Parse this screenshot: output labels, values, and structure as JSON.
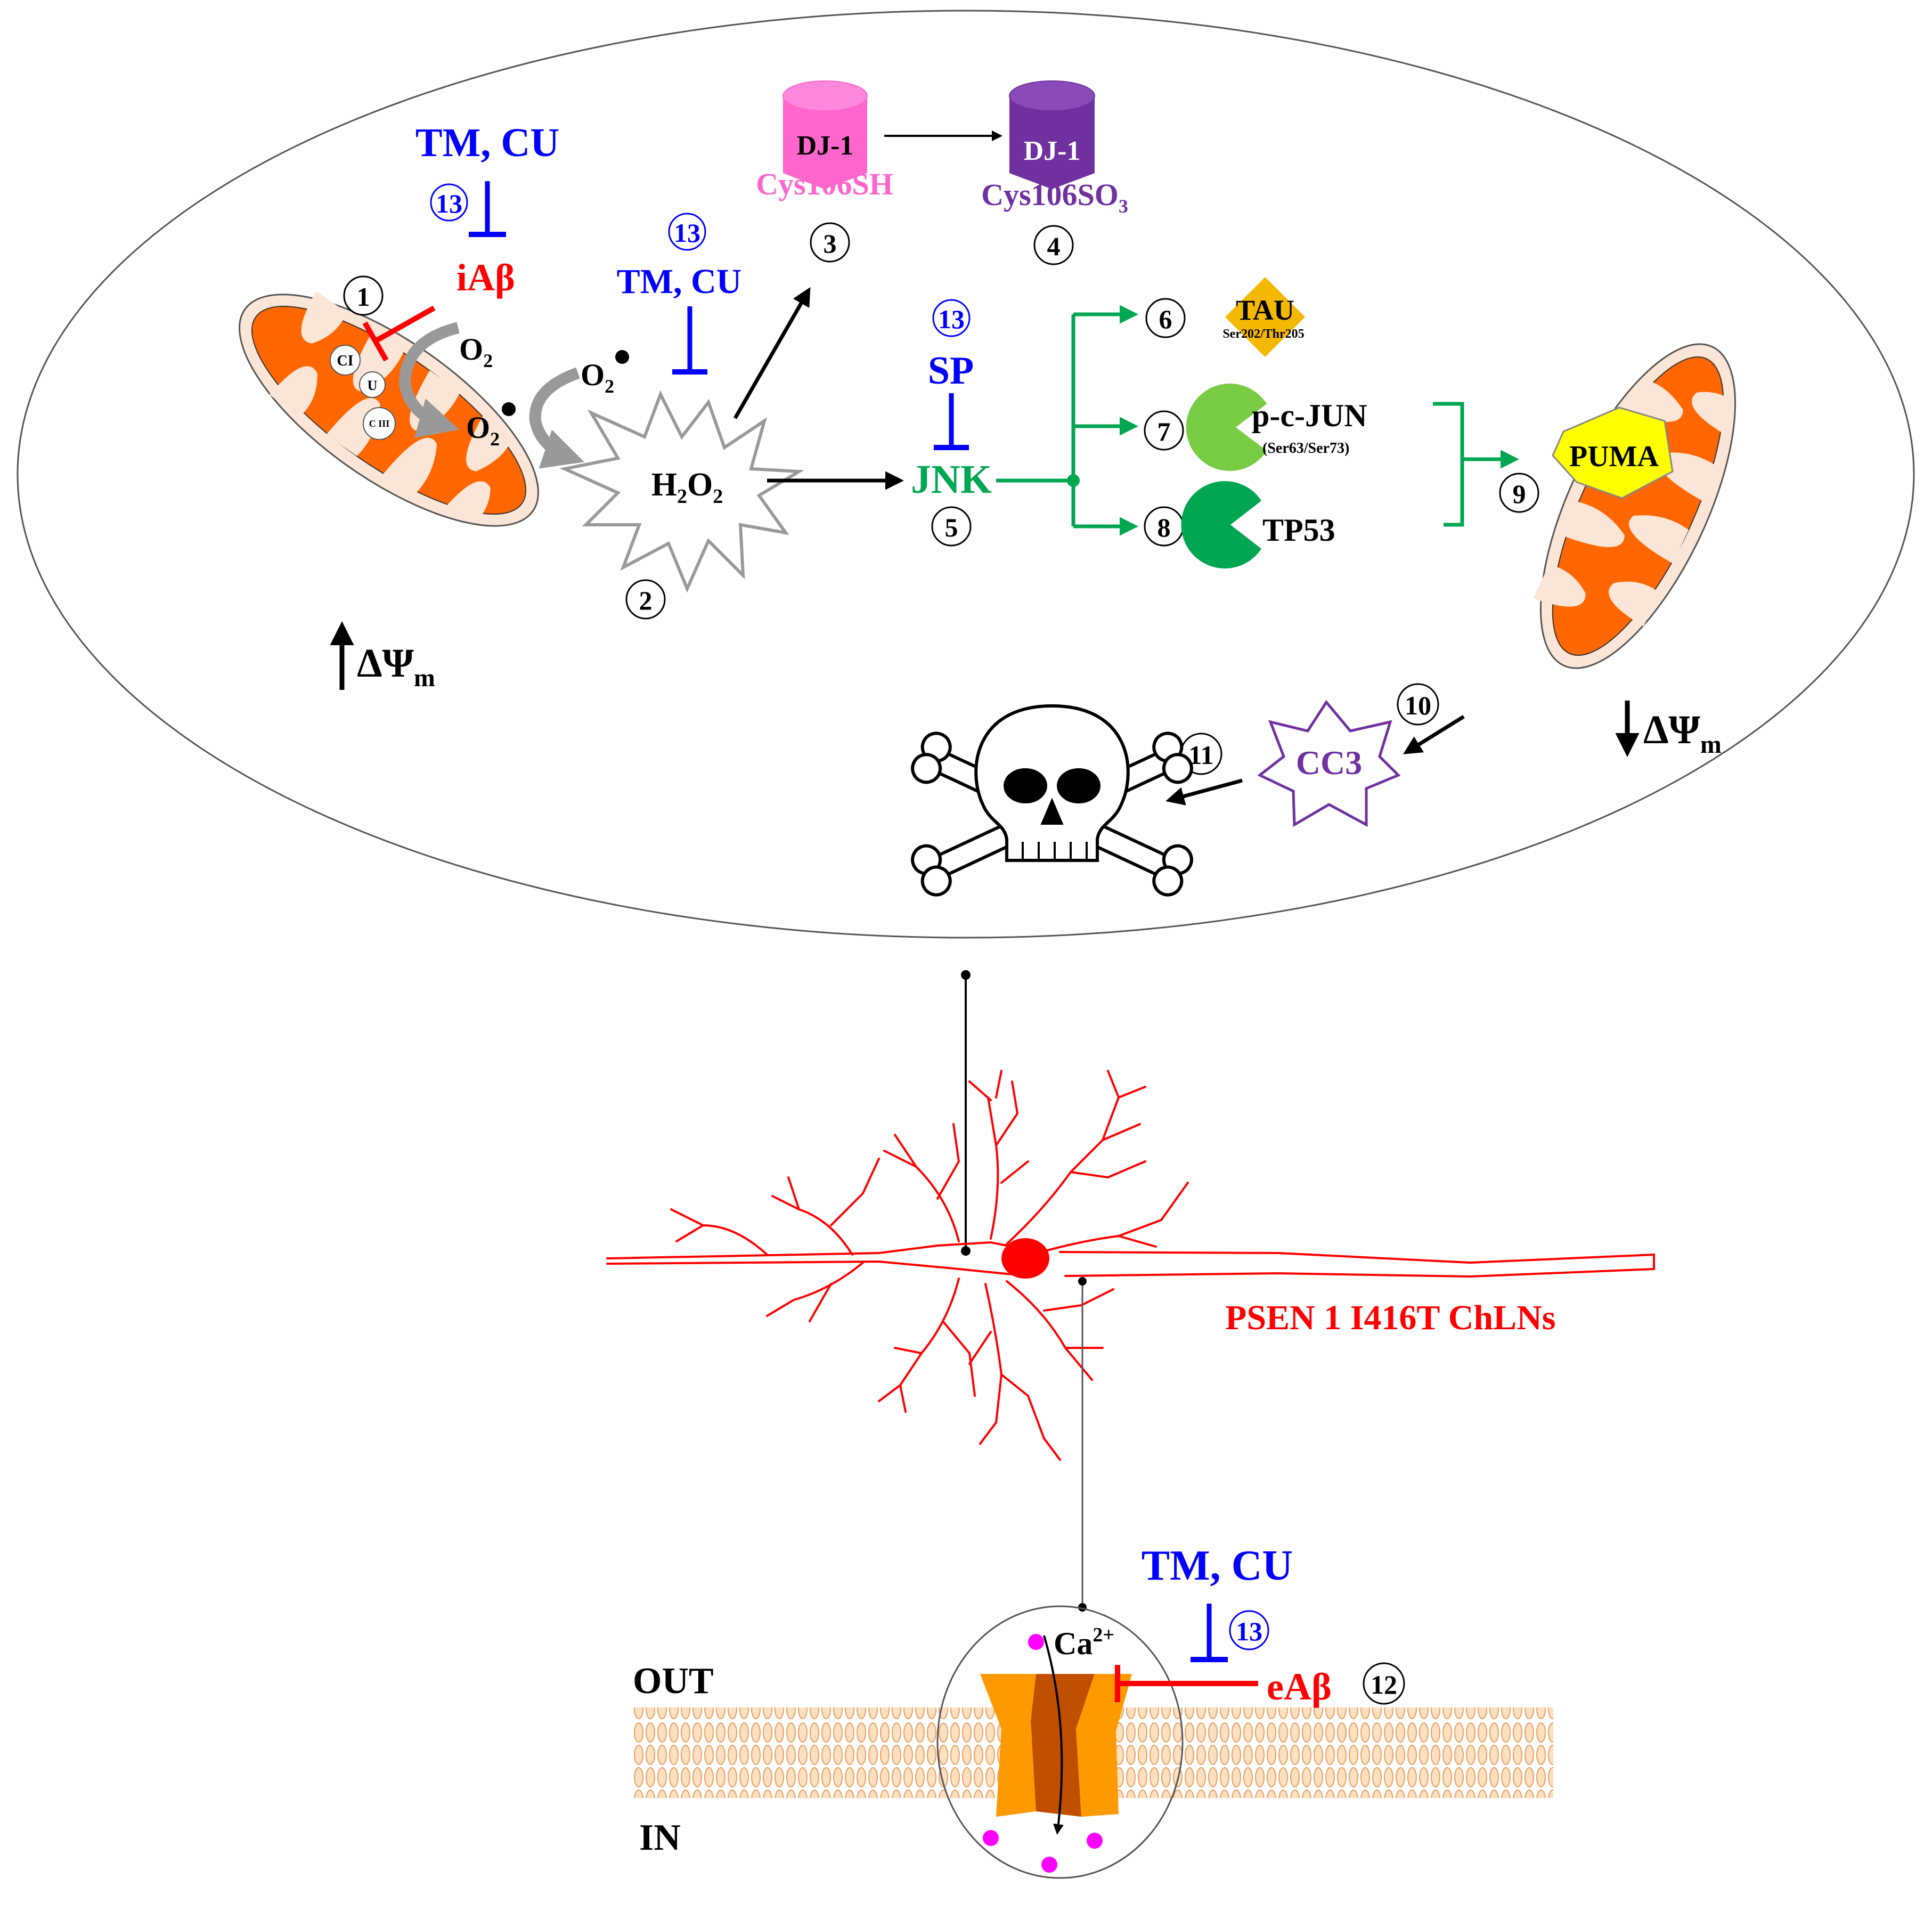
{
  "colors": {
    "inhibitor_blue": "#0000ff",
    "abeta_red": "#ff0000",
    "pathway_green": "#00a651",
    "dj1_reduced": "#ff66cc",
    "dj1_oxidized": "#7030a0",
    "mito_orange": "#ff6600",
    "mito_membrane": "#fbe5d6",
    "tau_gold": "#f5b800",
    "puma_yellow": "#ffff00",
    "calcium_magenta": "#ff00ff"
  },
  "labels": {
    "tm_cu": "TM, CU",
    "sp": "SP",
    "iabeta": "iAβ",
    "eabeta": "eAβ",
    "o2": "O",
    "h2o2_h": "H",
    "h2o2_o": "O",
    "sub2": "2",
    "dj1": "DJ-1",
    "cys_sh": "Cys106SH",
    "cys_so": "Cys106SO",
    "sub3": "3",
    "jnk": "JNK",
    "tau": "TAU",
    "tau_sites": "Ser202/Thr205",
    "p_c_jun": "p-c-JUN",
    "jun_sites": "(Ser63/Ser73)",
    "tp53": "TP53",
    "puma": "PUMA",
    "cc3": "CC3",
    "delta_psi": "ΔΨ",
    "sub_m": "m",
    "ci": "CI",
    "u": "U",
    "ciii": "C III",
    "cell_line": "PSEN 1 I416T ChLNs",
    "out": "OUT",
    "in": "IN",
    "ca": "Ca",
    "ca_charge": "2+"
  },
  "step_numbers": [
    "1",
    "2",
    "3",
    "4",
    "5",
    "6",
    "7",
    "8",
    "9",
    "10",
    "11",
    "12",
    "13"
  ],
  "icons": [
    "mitochondrion-icon",
    "skull-and-crossbones-icon",
    "neuron-icon",
    "ion-channel-icon",
    "lipid-bilayer-icon"
  ]
}
